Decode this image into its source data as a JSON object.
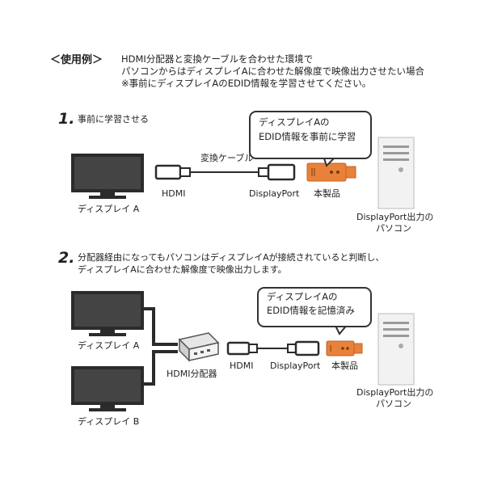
{
  "header": {
    "label": "＜使用例＞",
    "lines": [
      "HDMI分配器と変換ケーブルを合わせた環境で",
      "パソコンからはディスプレイAに合わせた解像度で映像出力させたい場合",
      "※事前にディスプレイAのEDID情報を学習させてください。"
    ]
  },
  "step1": {
    "number": "1.",
    "text": "事前に学習させる",
    "bubble": [
      "ディスプレイAの",
      "EDID情報を事前に学習"
    ],
    "display_label": "ディスプレイ A",
    "cable_label": "変換ケーブル",
    "hdmi_label": "HDMI",
    "displayport_label": "DisplayPort",
    "product_label": "本製品",
    "pc_label": [
      "DisplayPort出力の",
      "パソコン"
    ]
  },
  "step2": {
    "number": "2.",
    "text": [
      "分配器経由になってもパソコンはディスプレイAが接続されていると判断し、",
      "ディスプレイAに合わせた解像度で映像出力します。"
    ],
    "bubble": [
      "ディスプレイAの",
      "EDID情報を記憶済み"
    ],
    "display_a_label": "ディスプレイ A",
    "display_b_label": "ディスプレイ B",
    "splitter_label": "HDMI分配器",
    "hdmi_label": "HDMI",
    "displayport_label": "DisplayPort",
    "product_label": "本製品",
    "pc_label": [
      "DisplayPort出力の",
      "パソコン"
    ]
  },
  "colors": {
    "product_orange": "#e8823a",
    "dark": "#2b2b2b",
    "screen": "#3a3a3a"
  }
}
